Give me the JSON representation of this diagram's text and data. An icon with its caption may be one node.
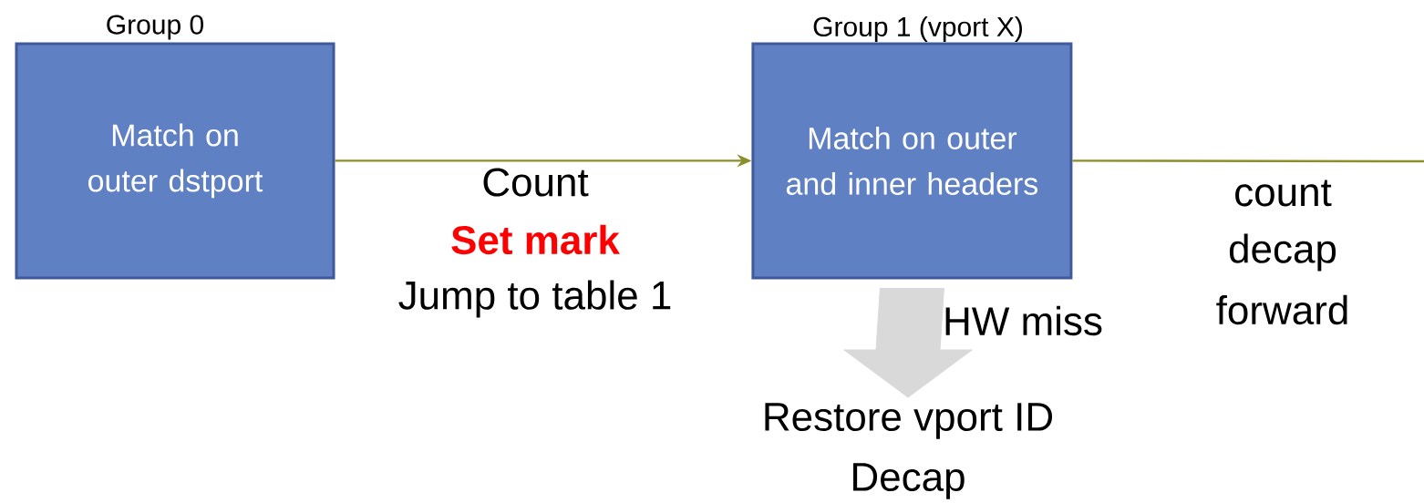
{
  "diagram": {
    "nodes": [
      {
        "text": [
          "Group 0",
          "Match on outer dstport"
        ]
      },
      {
        "text": [
          "Group 1 (vport X)",
          "Match on outer and inner headers"
        ]
      },
      {
        "text": [
          "Restore vport ID",
          "Decap"
        ]
      }
    ],
    "edges": [
      {
        "from": 0,
        "to": 1,
        "arrow": "to"
      },
      {
        "from": 1,
        "to": null,
        "arrow": "none"
      },
      {
        "from": 1,
        "to": 2,
        "arrow": "to",
        "label": "HW miss",
        "style": "thick",
        "color": "#d9d9d9"
      }
    ],
    "labels": [
      "Count",
      "Set mark",
      "Jump to table 1",
      "count",
      "decap",
      "forward"
    ]
  }
}
